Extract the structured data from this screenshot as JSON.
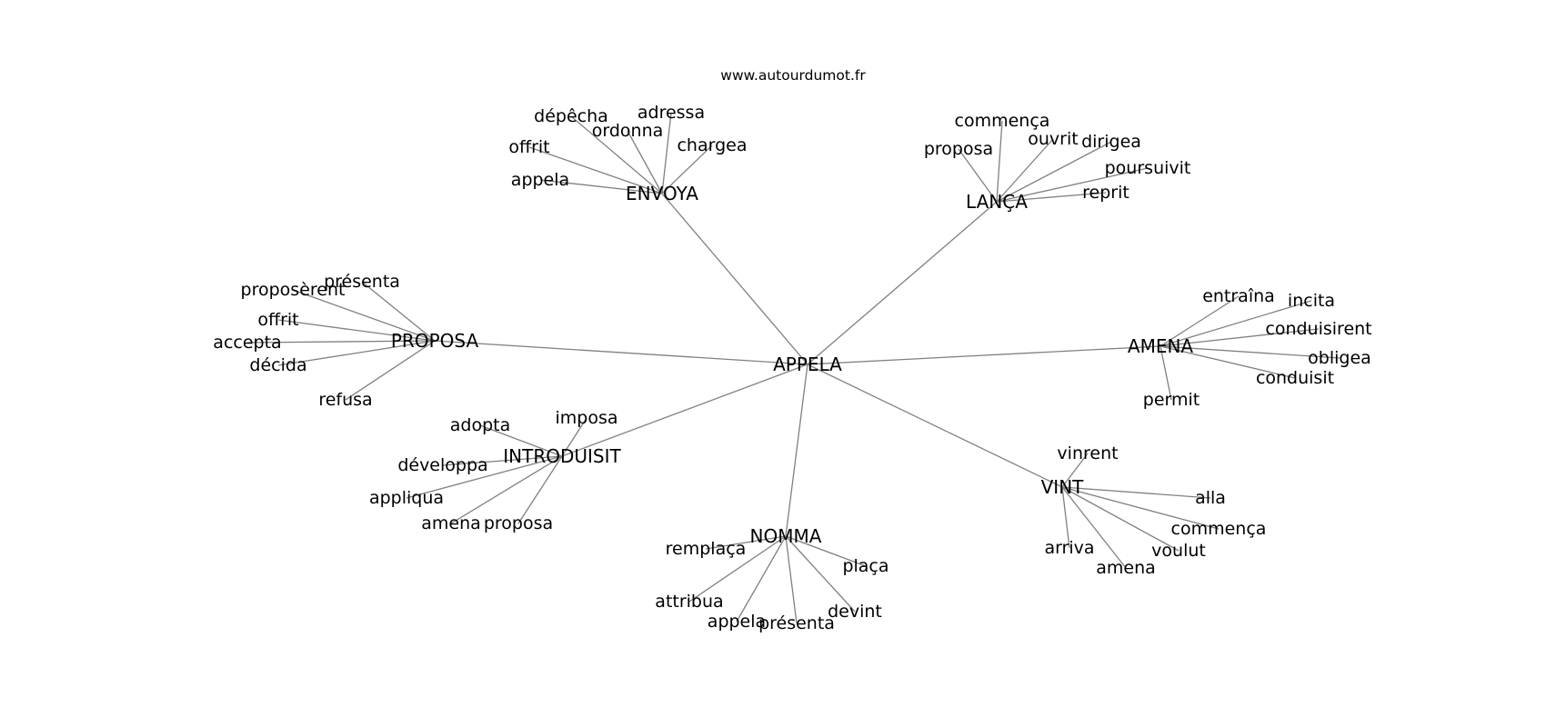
{
  "source_text": "www.autourdumot.fr",
  "graph": {
    "center": "APPELA",
    "groups": [
      {
        "hub": "ENVOYA",
        "leaves": [
          "dépêcha",
          "adressa",
          "ordonna",
          "chargea",
          "offrit",
          "appela"
        ]
      },
      {
        "hub": "LANÇA",
        "leaves": [
          "commença",
          "proposa",
          "ouvrit",
          "dirigea",
          "poursuivit",
          "reprit"
        ]
      },
      {
        "hub": "PROPOSA",
        "leaves": [
          "présenta",
          "proposèrent",
          "offrit",
          "accepta",
          "décida",
          "refusa"
        ]
      },
      {
        "hub": "AMENA",
        "leaves": [
          "entraîna",
          "incita",
          "conduisirent",
          "obligea",
          "conduisit",
          "permit"
        ]
      },
      {
        "hub": "INTRODUISIT",
        "leaves": [
          "imposa",
          "adopta",
          "développa",
          "appliqua",
          "amena",
          "proposa"
        ]
      },
      {
        "hub": "VINT",
        "leaves": [
          "vinrent",
          "alla",
          "commença",
          "voulut",
          "arriva",
          "amena"
        ]
      },
      {
        "hub": "NOMMA",
        "leaves": [
          "remplaça",
          "plaça",
          "attribua",
          "devint",
          "appela",
          "présenta"
        ]
      }
    ]
  }
}
